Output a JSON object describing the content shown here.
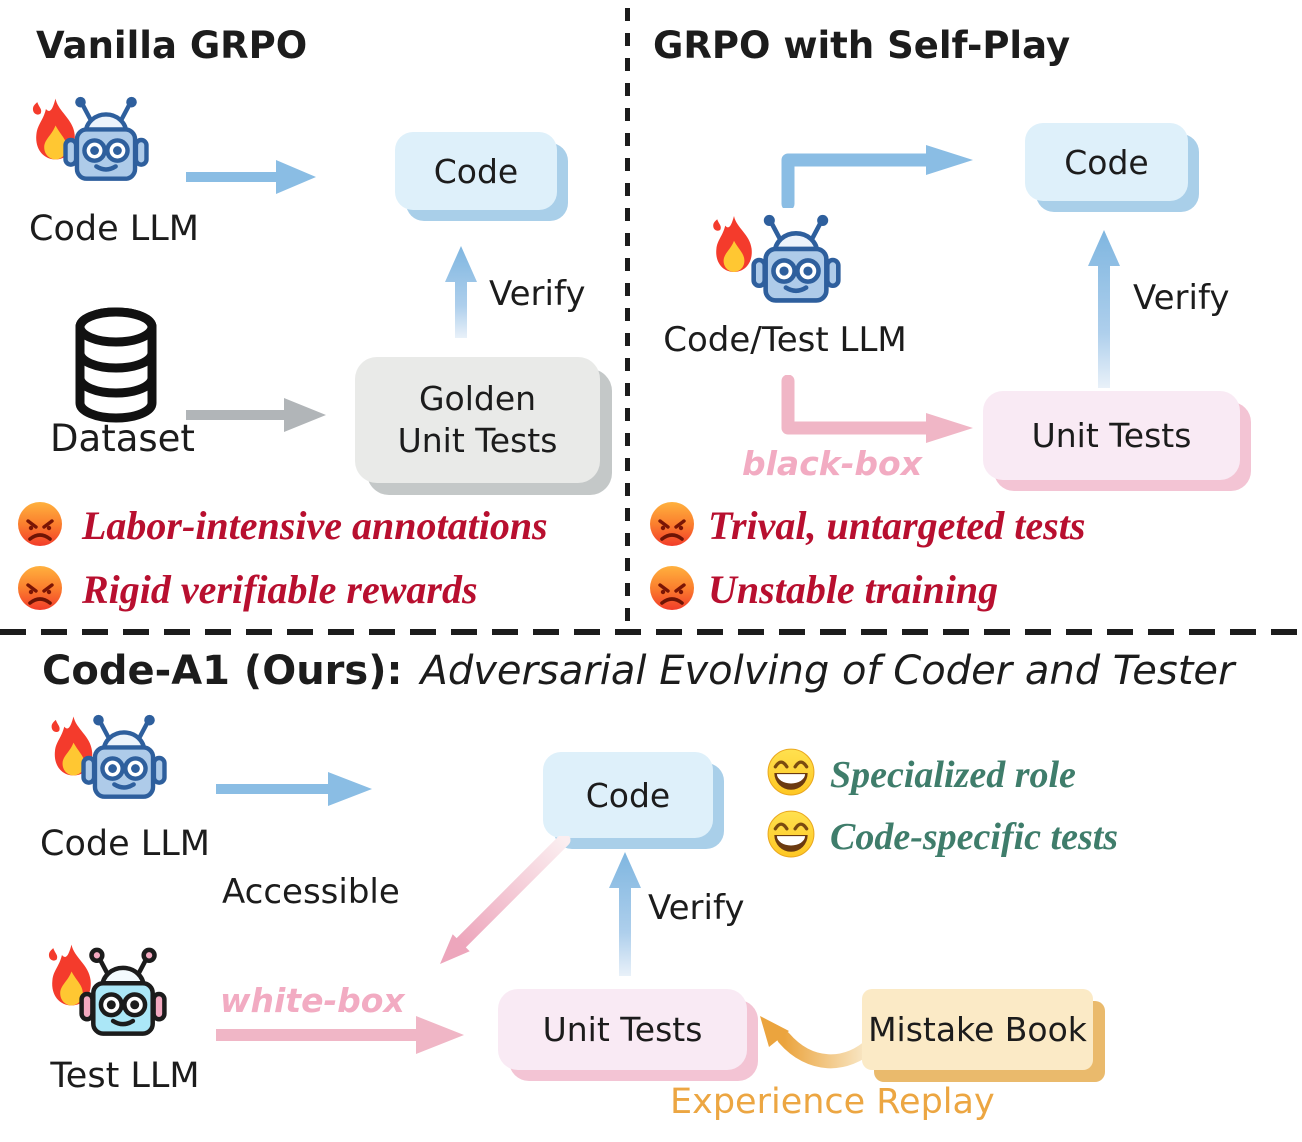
{
  "figure": {
    "panels": {
      "vanilla": {
        "title": "Vanilla GRPO",
        "code_llm": "Code LLM",
        "code_box": "Code",
        "verify": "Verify",
        "dataset": "Dataset",
        "golden_line1": "Golden",
        "golden_line2": "Unit Tests",
        "issues": [
          "Labor-intensive annotations",
          "Rigid verifiable rewards"
        ]
      },
      "self_play": {
        "title": "GRPO with Self-Play",
        "llm": "Code/Test LLM",
        "code_box": "Code",
        "verify": "Verify",
        "black_box": "black-box",
        "unit_tests_box": "Unit Tests",
        "issues": [
          "Trival, untargeted tests",
          "Unstable training"
        ]
      },
      "ours": {
        "title_bold": "Code-A1 (Ours):",
        "title_italic": "Adversarial Evolving of Coder and Tester",
        "code_llm": "Code LLM",
        "test_llm": "Test LLM",
        "code_box": "Code",
        "unit_tests_box": "Unit Tests",
        "accessible": "Accessible",
        "white_box": "white-box",
        "verify": "Verify",
        "mistake_book": "Mistake Book",
        "experience_replay": "Experience Replay",
        "pros": [
          "Specialized role",
          "Code-specific tests"
        ]
      }
    },
    "icons": {
      "fire": "fire-icon",
      "robot_code": "robot-icon",
      "robot_test": "robot-icon",
      "database": "database-icon",
      "angry": "angry-emoji-icon",
      "grin": "grin-emoji-icon"
    },
    "colors": {
      "blue_box": "#def0fa",
      "blue_shadow": "#a9cfe9",
      "gray_box": "#e9eae8",
      "pink_box": "#f9eaf4",
      "pink_shadow": "#f3c4d4",
      "amber_box": "#fbeac6",
      "amber_shadow": "#eaba6c",
      "blue_arrow": "#8abde4",
      "pink_arrow": "#f0b6c6",
      "gray_arrow": "#b1b5b8",
      "red_text": "#b80f2f",
      "green_text": "#3f7d6b",
      "orange_text": "#eca642",
      "ink": "#1c1c1c"
    }
  }
}
